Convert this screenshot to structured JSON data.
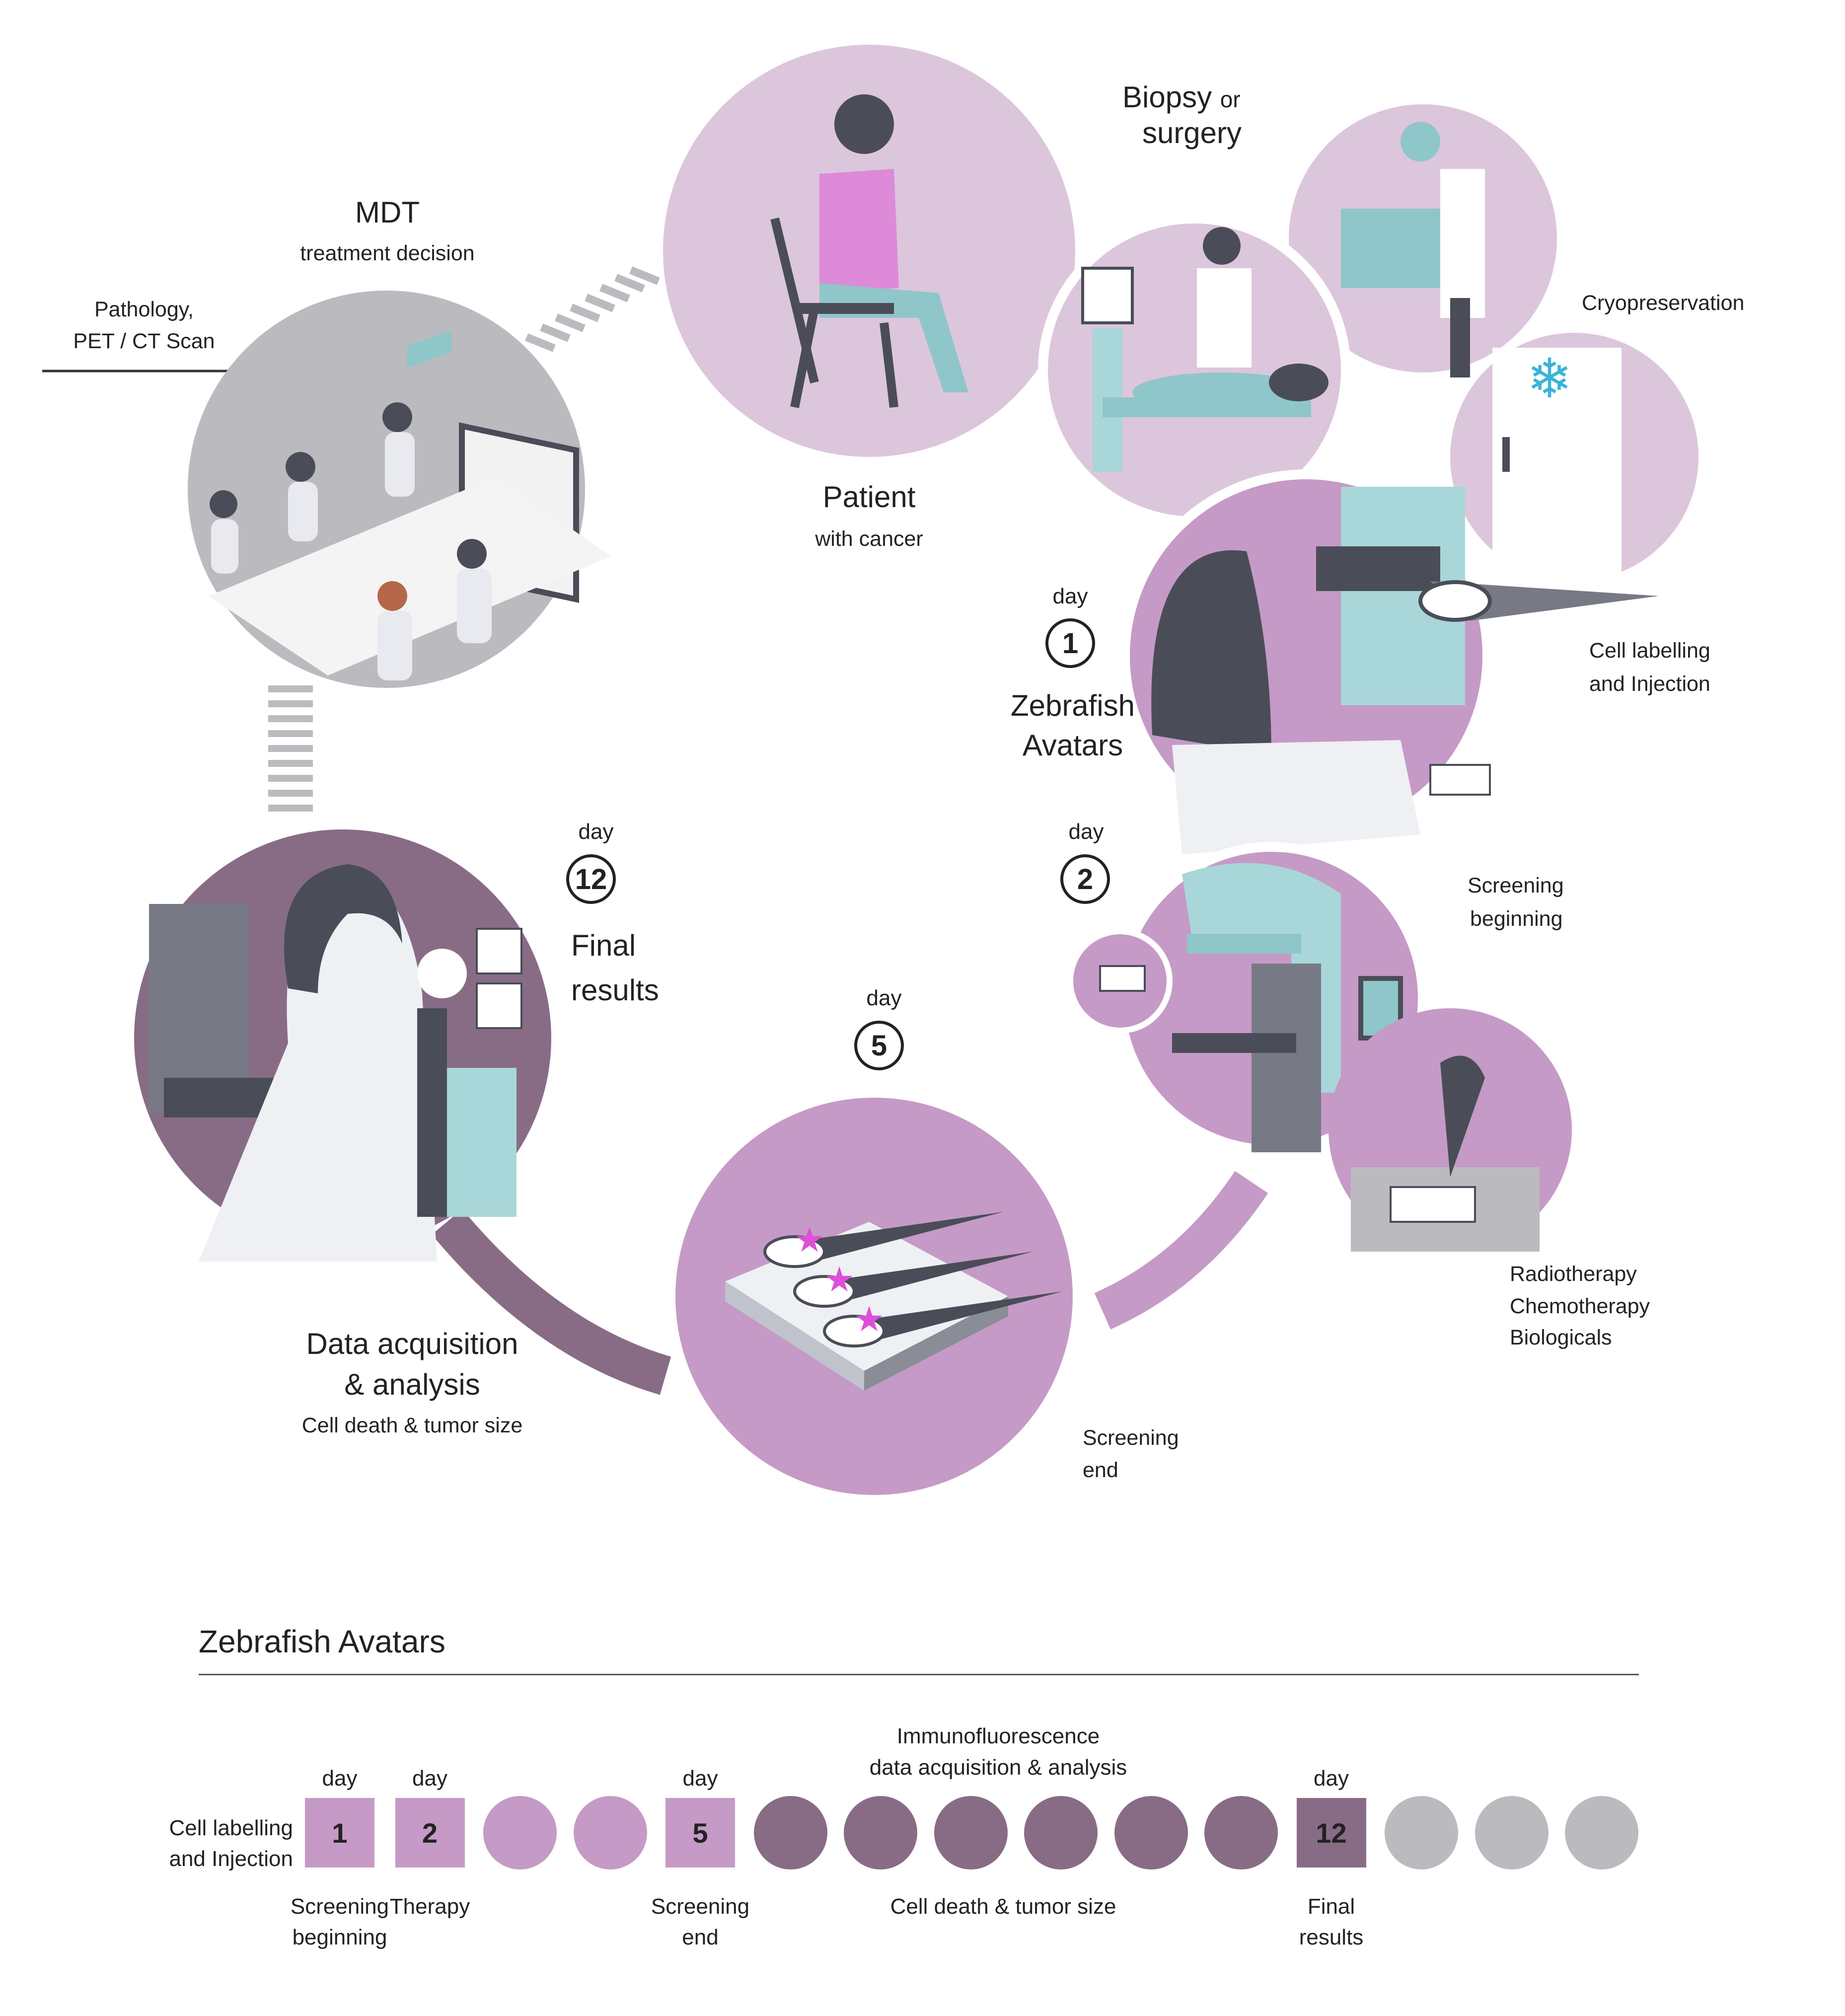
{
  "cycle": {
    "mdt": {
      "title": "MDT",
      "subtitle": "treatment decision"
    },
    "pathology": {
      "line1": "Pathology,",
      "line2": "PET / CT Scan"
    },
    "patient": {
      "title": "Patient",
      "subtitle": "with cancer"
    },
    "biopsy": {
      "word1": "Biopsy",
      "word_or": "or",
      "word2": "surgery"
    },
    "cryo": {
      "label": "Cryopreservation"
    },
    "injection": {
      "line1": "Cell labelling",
      "line2": "and Injection"
    },
    "avatars": {
      "day_word": "day",
      "day": "1",
      "line1": "Zebrafish",
      "line2": "Avatars"
    },
    "screening_begin": {
      "day_word": "day",
      "day": "2",
      "line1": "Screening",
      "line2": "beginning"
    },
    "therapy": {
      "line1": "Radiotherapy",
      "line2": "Chemotherapy",
      "line3": "Biologicals"
    },
    "screening_end": {
      "day_word": "day",
      "day": "5",
      "line1": "Screening",
      "line2": "end"
    },
    "final": {
      "day_word": "day",
      "day": "12",
      "line1": "Final",
      "line2": "results"
    },
    "analysis": {
      "line1": "Data acquisition",
      "line2": "& analysis",
      "line3": "Cell death & tumor size"
    }
  },
  "timeline": {
    "title": "Zebrafish Avatars",
    "start_label": {
      "line1": "Cell labelling",
      "line2": "and Injection"
    },
    "steps": [
      {
        "kind": "box",
        "day_word": "day",
        "day": "1",
        "color": "#c59ac6",
        "below": [
          "Screening",
          "beginning"
        ]
      },
      {
        "kind": "box",
        "day_word": "day",
        "day": "2",
        "color": "#c59ac6",
        "below": [
          "Therapy"
        ]
      },
      {
        "kind": "dot",
        "color": "#c59ac6"
      },
      {
        "kind": "dot",
        "color": "#c59ac6"
      },
      {
        "kind": "box",
        "day_word": "day",
        "day": "5",
        "color": "#c59ac6",
        "below": [
          "Screening",
          "end"
        ]
      },
      {
        "kind": "dot",
        "color": "#886c86"
      },
      {
        "kind": "dot",
        "color": "#886c86"
      },
      {
        "kind": "dot",
        "color": "#886c86"
      },
      {
        "kind": "dot",
        "color": "#886c86"
      },
      {
        "kind": "dot",
        "color": "#886c86"
      },
      {
        "kind": "dot",
        "color": "#886c86"
      },
      {
        "kind": "box",
        "day_word": "day",
        "day": "12",
        "color": "#886c86",
        "below": [
          "Final",
          "results"
        ]
      },
      {
        "kind": "dot",
        "color": "#bbbbbf"
      },
      {
        "kind": "dot",
        "color": "#bbbbbf"
      },
      {
        "kind": "dot",
        "color": "#bbbbbf"
      }
    ],
    "immuno": {
      "line1": "Immunofluorescence",
      "line2": "data acquisition & analysis"
    },
    "cell_death": "Cell death & tumor size"
  },
  "colors": {
    "light_purple": "#dcc6dc",
    "mid_purple": "#c59ac6",
    "dark_purple": "#886c86",
    "gray": "#bbbbbf",
    "teal": "#8fc6c9",
    "slate": "#4a4d58"
  }
}
